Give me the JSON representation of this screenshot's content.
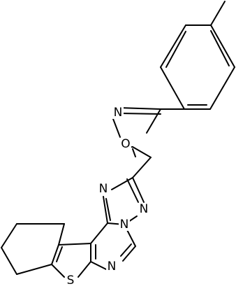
{
  "molecule": {
    "atoms": {
      "oxime_n": "N",
      "oxime_o": "O",
      "triazole_n1": "N",
      "triazole_n2": "N",
      "triazole_n_bridge": "N",
      "pyrimidine_n": "N",
      "thiophene_s": "S"
    }
  }
}
